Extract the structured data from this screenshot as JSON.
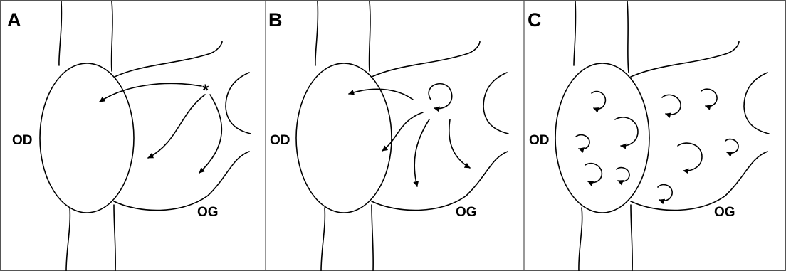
{
  "panels": [
    {
      "letter": "A",
      "left_label": "OD",
      "right_label": "OG",
      "marker": "*"
    },
    {
      "letter": "B",
      "left_label": "OD",
      "right_label": "OG"
    },
    {
      "letter": "C",
      "left_label": "OD",
      "right_label": "OG"
    }
  ],
  "colors": {
    "line": "#000000",
    "frame": "#555555",
    "background": "#ffffff"
  }
}
